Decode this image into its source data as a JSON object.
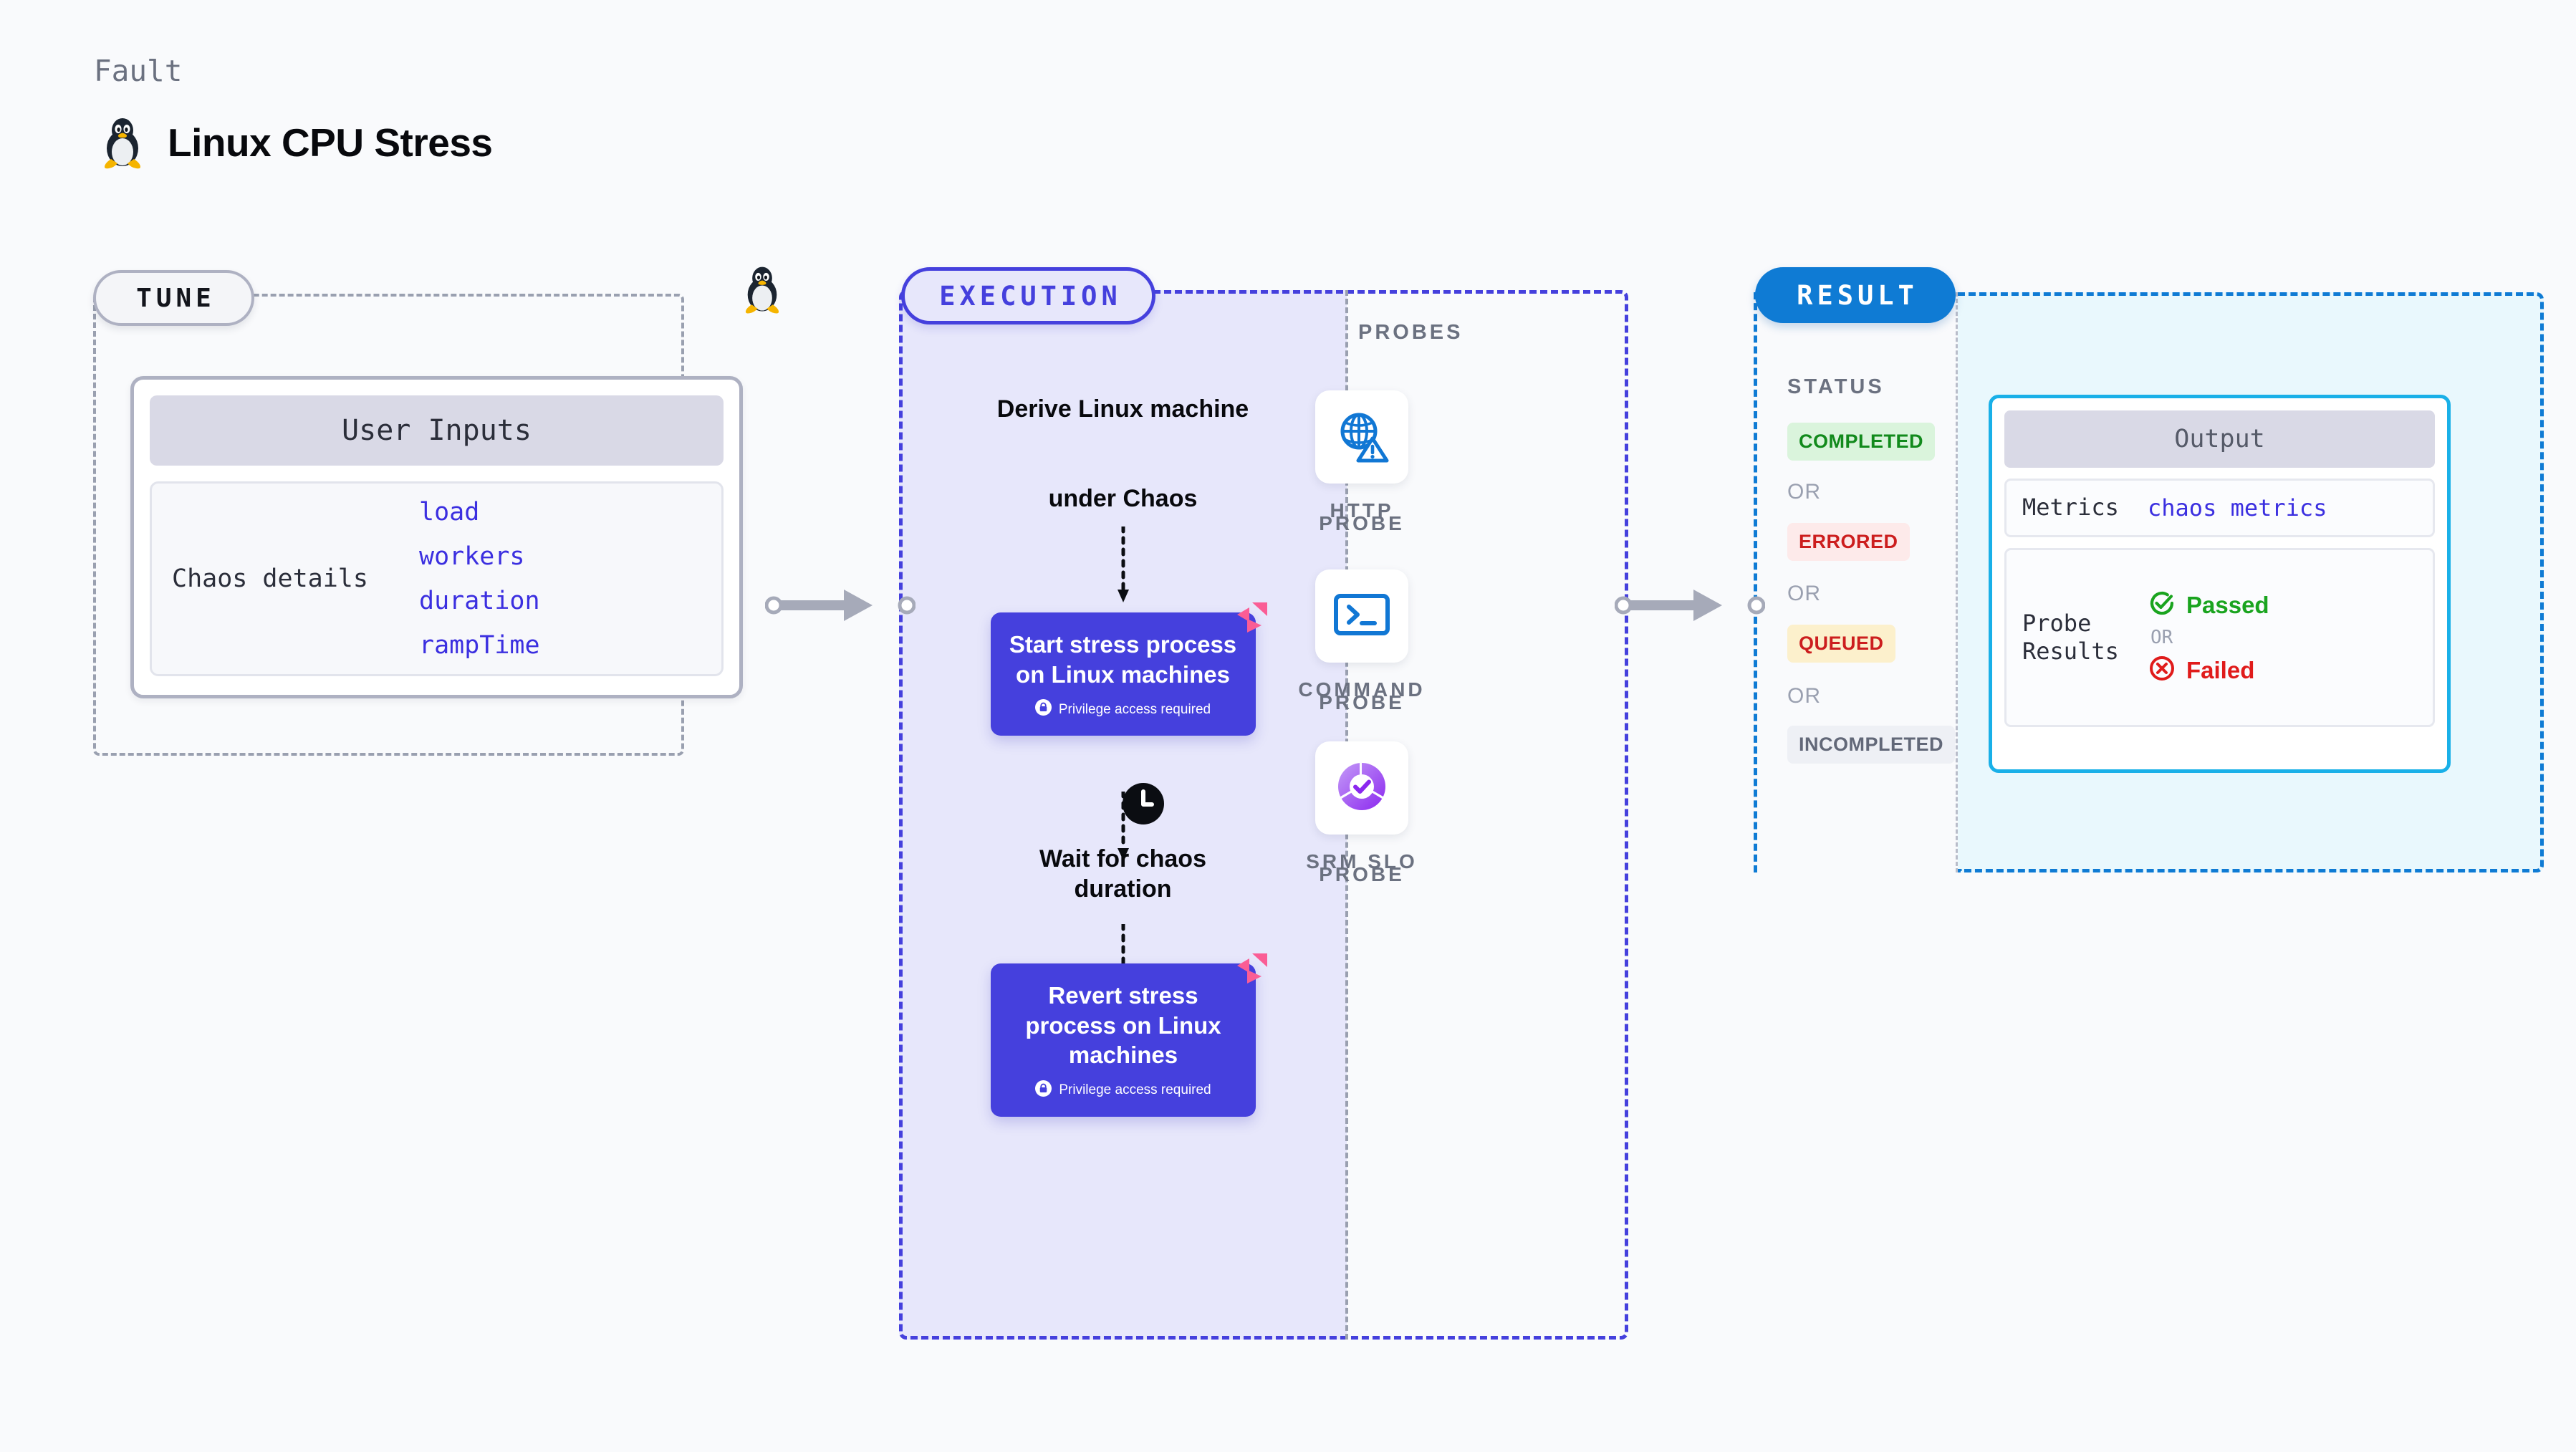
{
  "header": {
    "kicker": "Fault",
    "title": "Linux CPU Stress",
    "icon": "tux-penguin-icon"
  },
  "tune": {
    "pill_label": "TUNE",
    "side_icon": "tux-penguin-icon",
    "user_inputs_card": {
      "header": "User Inputs",
      "row_label": "Chaos details",
      "values": [
        "load",
        "workers",
        "duration",
        "rampTime"
      ]
    }
  },
  "execution": {
    "pill_label": "EXECUTION",
    "flow": {
      "derive_title_line1": "Derive Linux machine",
      "derive_title_line2": "under Chaos",
      "start_step": {
        "title": "Start stress process on Linux machines",
        "note": "Privilege access required",
        "note_icon": "lock-icon",
        "badge_icon": "chaos-logo-icon"
      },
      "wait_icon": "clock-icon",
      "wait_title_line1": "Wait for chaos",
      "wait_title_line2": "duration",
      "revert_step": {
        "title": "Revert stress process on Linux machines",
        "note": "Privilege access required",
        "note_icon": "lock-icon",
        "badge_icon": "chaos-logo-icon"
      }
    }
  },
  "probes": {
    "label": "PROBES",
    "items": [
      {
        "icon": "globe-warning-icon",
        "label_line1": "HTTP",
        "label_line2": "PROBE"
      },
      {
        "icon": "terminal-icon",
        "label_line1": "COMMAND",
        "label_line2": "PROBE"
      },
      {
        "icon": "slo-donut-check-icon",
        "label_line1": "SRM SLO",
        "label_line2": "PROBE"
      }
    ]
  },
  "result": {
    "pill_label": "RESULT",
    "status_label": "STATUS",
    "or_label": "OR",
    "statuses": [
      {
        "label": "COMPLETED",
        "bg": "#daf4dc",
        "fg": "#128a1c"
      },
      {
        "label": "ERRORED",
        "bg": "#fdeaea",
        "fg": "#cc1e1e"
      },
      {
        "label": "QUEUED",
        "bg": "#fcf0cc",
        "fg": "#cc1e1e"
      },
      {
        "label": "INCOMPLETED",
        "bg": "#eef0f5",
        "fg": "#626878"
      }
    ],
    "output_card": {
      "header": "Output",
      "metrics_key": "Metrics",
      "metrics_value": "chaos metrics",
      "probe_results_key_line1": "Probe",
      "probe_results_key_line2": "Results",
      "passed_label": "Passed",
      "passed_icon": "check-circle-icon",
      "or_label": "OR",
      "failed_label": "Failed",
      "failed_icon": "x-circle-icon"
    }
  },
  "connectors": {
    "tune_to_execution": "arrow-right",
    "probes_to_result": "arrow-right"
  },
  "colors": {
    "indigo": "#4540dd",
    "blue": "#0f7bd4",
    "cyan": "#19b0e8",
    "pink": "#fa5d95",
    "green": "#128a1c",
    "red": "#cc1e1e",
    "gray": "#6b7180"
  }
}
